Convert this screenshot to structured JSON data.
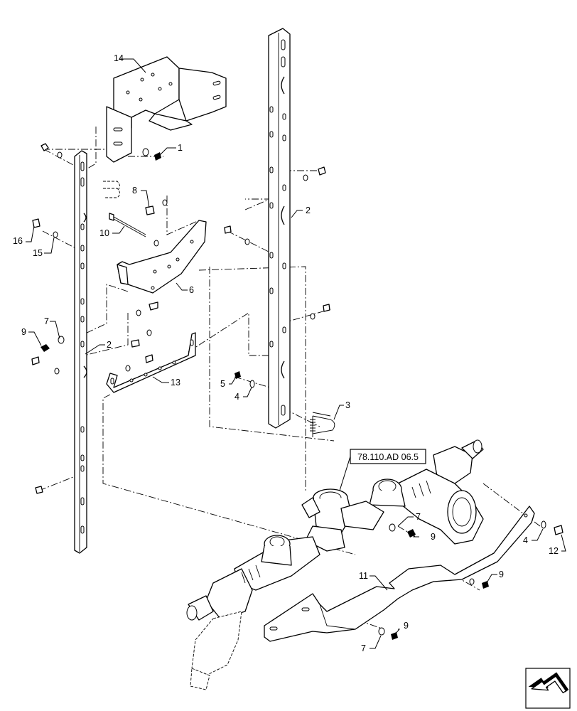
{
  "reference_label": "78.110.AD 06.5",
  "callouts": {
    "c14": "14",
    "c1": "1",
    "c8": "8",
    "c10": "10",
    "c16": "16",
    "c15": "15",
    "c6": "6",
    "c7a": "7",
    "c9a": "9",
    "c2a": "2",
    "c13": "13",
    "c2b": "2",
    "c5": "5",
    "c4a": "4",
    "c3": "3",
    "c7b": "7",
    "c9b": "9",
    "c4b": "4",
    "c12": "12",
    "c11": "11",
    "c9c": "9",
    "c9d": "9",
    "c7c": "7"
  },
  "icons": {
    "nav": "previous-page-arrow-icon"
  }
}
